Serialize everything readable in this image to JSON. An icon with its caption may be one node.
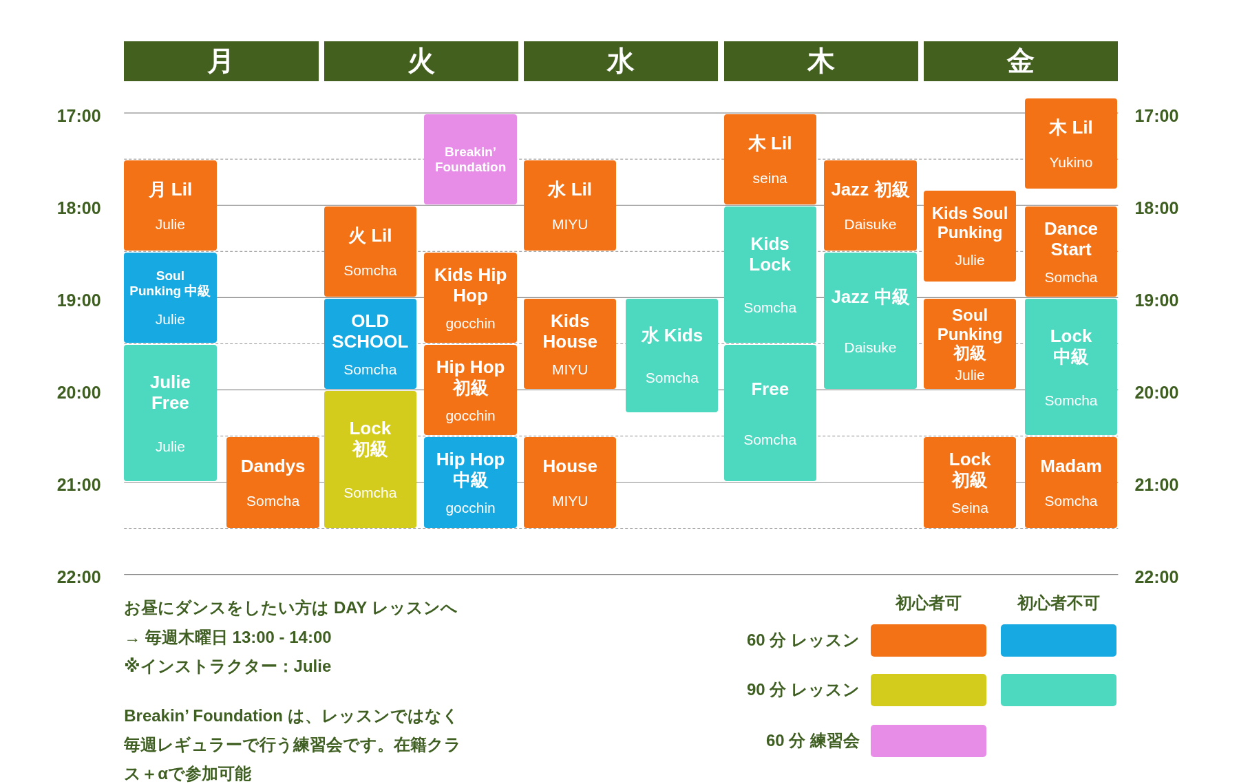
{
  "diagram": {
    "nodes": [
      {
        "text": [
          "月"
        ]
      },
      {
        "text": [
          "火"
        ]
      },
      {
        "text": [
          "水"
        ]
      },
      {
        "text": [
          "木"
        ]
      },
      {
        "text": [
          "金"
        ]
      },
      {
        "text": [
          "月 Lil",
          "Julie"
        ]
      },
      {
        "text": [
          "Soul Punking 中級",
          "Julie"
        ]
      },
      {
        "text": [
          "Julie Free",
          "Julie"
        ]
      },
      {
        "text": [
          "Dandys",
          "Somcha"
        ]
      },
      {
        "text": [
          "火 Lil",
          "Somcha"
        ]
      },
      {
        "text": [
          "OLD SCHOOL",
          "Somcha"
        ]
      },
      {
        "text": [
          "Lock 初級",
          "Somcha"
        ]
      },
      {
        "text": [
          "Breakin’ Foundation"
        ]
      },
      {
        "text": [
          "Kids Hip Hop",
          "gocchin"
        ]
      },
      {
        "text": [
          "Hip Hop 初級",
          "gocchin"
        ]
      },
      {
        "text": [
          "Hip Hop 中級",
          "gocchin"
        ]
      },
      {
        "text": [
          "水 Lil",
          "MIYU"
        ]
      },
      {
        "text": [
          "Kids House",
          "MIYU"
        ]
      },
      {
        "text": [
          "House",
          "MIYU"
        ]
      },
      {
        "text": [
          "水 Kids",
          "Somcha"
        ]
      },
      {
        "text": [
          "木 Lil",
          "seina"
        ]
      },
      {
        "text": [
          "Kids Lock",
          "Somcha"
        ]
      },
      {
        "text": [
          "Free",
          "Somcha"
        ]
      },
      {
        "text": [
          "Jazz 初級",
          "Daisuke"
        ]
      },
      {
        "text": [
          "Jazz 中級",
          "Daisuke"
        ]
      },
      {
        "text": [
          "Kids Soul Punking",
          "Julie"
        ]
      },
      {
        "text": [
          "Soul Punking 初級",
          "Julie"
        ]
      },
      {
        "text": [
          "Lock 初級",
          "Seina"
        ]
      },
      {
        "text": [
          "木 Lil",
          "Yukino"
        ]
      },
      {
        "text": [
          "Dance Start",
          "Somcha"
        ]
      },
      {
        "text": [
          "Lock 中級",
          "Somcha"
        ]
      },
      {
        "text": [
          "Madam",
          "Somcha"
        ]
      }
    ],
    "labels": [
      "17:00",
      "17:00",
      "18:00",
      "18:00",
      "19:00",
      "19:00",
      "20:00",
      "20:00",
      "21:00",
      "21:00",
      "22:00",
      "22:00",
      "お昼にダンスをしたい方は DAY レッスンへ",
      "→ 毎週木曜日 13:00 - 14:00",
      "※インストラクター：Julie",
      "Breakin’ Foundation は、レッスンではなく毎週レギュラーで行う練習会です。在籍クラス＋αで参加可能",
      "初心者可",
      "初心者不可"
    ],
    "legend": [
      {
        "text": "60 分 レッスン",
        "color": "#f47216"
      },
      {
        "text": "90 分 レッスン",
        "color": "#d4cc1c"
      },
      {
        "text": "60 分 練習会",
        "color": "#e78de8"
      }
    ]
  }
}
